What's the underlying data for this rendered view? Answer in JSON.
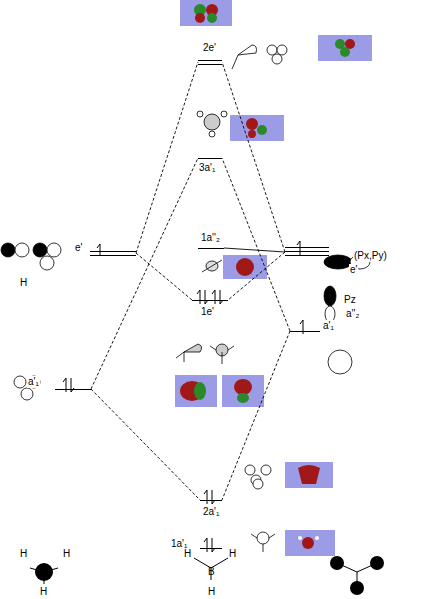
{
  "diagram": {
    "nodes": [
      {
        "text": [
          "2e'"
        ]
      },
      {
        "text": [
          "3a'₁"
        ]
      },
      {
        "text": [
          "1a''₂"
        ]
      },
      {
        "text": [
          "1e'"
        ]
      },
      {
        "text": [
          "2a'₁"
        ]
      },
      {
        "text": [
          "1a'₁"
        ]
      },
      {
        "text": [
          "e'"
        ]
      },
      {
        "text": [
          "a'₁"
        ]
      },
      {
        "text": [
          "(Px,Py)",
          "e'",
          "Pz",
          "a''₂"
        ]
      },
      {
        "text": [
          "a'₁"
        ]
      }
    ],
    "edges": [
      {
        "from": 6,
        "to": 0,
        "arrow": "none"
      },
      {
        "from": 6,
        "to": 3,
        "arrow": "none"
      },
      {
        "from": 7,
        "to": 1,
        "arrow": "none"
      },
      {
        "from": 7,
        "to": 4,
        "arrow": "none"
      },
      {
        "from": 8,
        "to": 0,
        "arrow": "none"
      },
      {
        "from": 8,
        "to": 3,
        "arrow": "none"
      },
      {
        "from": 9,
        "to": 1,
        "arrow": "none"
      },
      {
        "from": 9,
        "to": 4,
        "arrow": "none"
      },
      {
        "from": 8,
        "to": 2,
        "arrow": "none"
      }
    ],
    "labels": [
      "H",
      "H",
      "H",
      "H",
      "H",
      "H",
      "B",
      "H"
    ]
  }
}
